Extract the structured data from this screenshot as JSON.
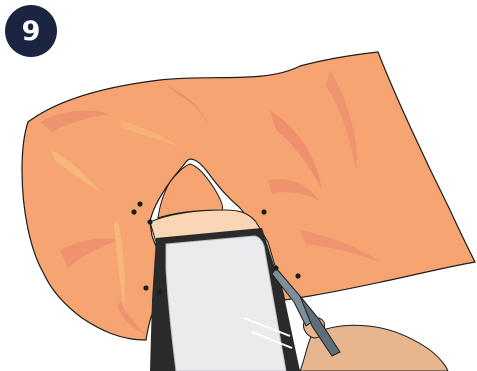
{
  "step": {
    "number": "9"
  },
  "colors": {
    "badge_bg": "#1b2541",
    "badge_text": "#ffffff",
    "fabric": "#f5a472",
    "fabric_shadow": "#e9806a",
    "fabric_highlight": "#f7bf7a",
    "inner_panel": "#fbd6b4",
    "outline": "#1c1c1c",
    "screen_glass": "#e9ebec",
    "screen_frame": "#2a2a2a",
    "skin": "#e7b58e",
    "tool_metal": "#7c8f9b"
  },
  "icons": {
    "step_badge": "numbered-circle",
    "tool": "needle-nose-pliers"
  }
}
